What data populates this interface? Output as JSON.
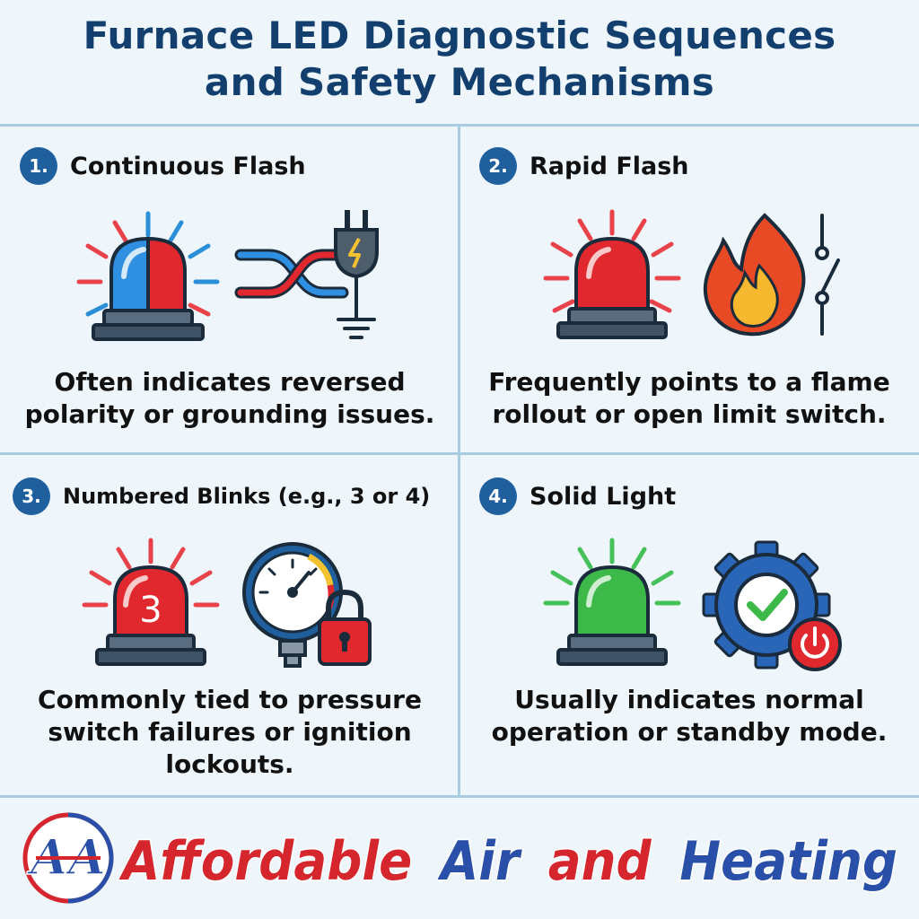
{
  "title": {
    "line1": "Furnace LED Diagnostic Sequences",
    "line2": "and Safety Mechanisms"
  },
  "colors": {
    "navy": "#123f6e",
    "badge": "#1f5f9e",
    "grid_line": "#a9cde0",
    "background": "#eef6fb",
    "alarm_red": "#e0282e",
    "alarm_blue": "#2f8fe0",
    "alarm_green": "#3db94a",
    "ray_red": "#e8424a",
    "ray_blue": "#2b8fd8",
    "ray_green": "#46c15a",
    "brand_red": "#d5262e",
    "brand_blue": "#2a4fa8"
  },
  "cells": [
    {
      "number": "1.",
      "title": "Continuous Flash",
      "desc_lines": [
        "Often indicates reversed",
        "polarity or grounding issues."
      ],
      "icons": [
        "blue-red-alarm-light-icon",
        "crossed-wires-icon",
        "power-plug-icon",
        "ground-symbol-icon"
      ]
    },
    {
      "number": "2.",
      "title": "Rapid Flash",
      "desc_lines": [
        "Frequently points to a flame",
        "rollout or open limit switch."
      ],
      "icons": [
        "red-alarm-light-icon",
        "flame-icon",
        "open-switch-icon"
      ]
    },
    {
      "number": "3.",
      "title": "Numbered Blinks (e.g., 3 or 4)",
      "alarm_label": "3",
      "desc_lines": [
        "Commonly tied to pressure",
        "switch failures or ignition",
        "lockouts."
      ],
      "icons": [
        "red-alarm-light-icon",
        "pressure-gauge-icon",
        "padlock-icon"
      ]
    },
    {
      "number": "4.",
      "title": "Solid Light",
      "desc_lines": [
        "Usually indicates normal",
        "operation or standby mode."
      ],
      "icons": [
        "green-alarm-light-icon",
        "gear-check-icon",
        "power-button-icon"
      ]
    }
  ],
  "footer": {
    "monogram": "AA",
    "brand_parts": [
      {
        "text": "Affordable",
        "color": "#d5262e"
      },
      {
        "text": "Air",
        "color": "#2a4fa8"
      },
      {
        "text": "and",
        "color": "#d5262e"
      },
      {
        "text": "Heating",
        "color": "#2a4fa8"
      }
    ]
  }
}
